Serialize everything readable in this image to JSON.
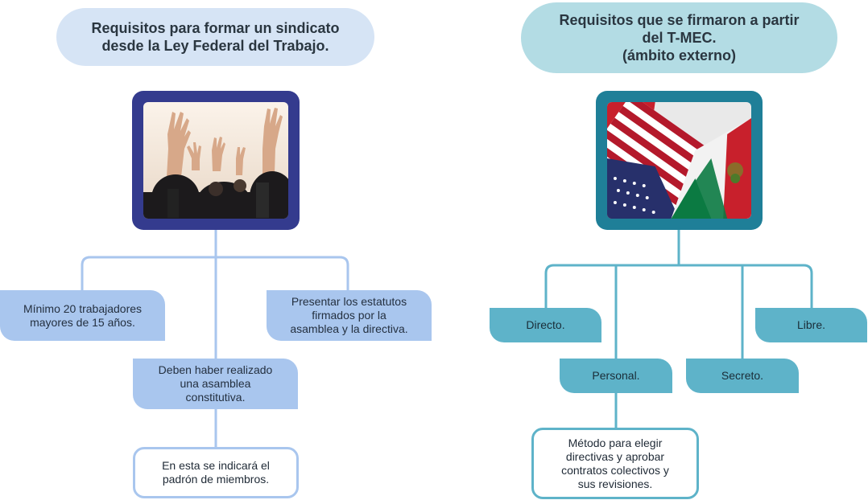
{
  "left": {
    "title": "Requisitos para formar un sindicato\ndesde la Ley Federal del Trabajo.",
    "image_icon": "raised-hands-crowd",
    "items": [
      "Mínimo 20 trabajadores\nmayores de 15 años.",
      "Deben haber realizado\nuna asamblea\nconstitutiva.",
      "Presentar los estatutos\nfirmados por la\nasamblea y la directiva."
    ],
    "note": "En esta se indicará el\npadrón de miembros.",
    "color_title_bg": "#d6e4f5",
    "color_frame": "#343b8e",
    "color_boxes": "#a9c6ee"
  },
  "right": {
    "title": "Requisitos que se firmaron a partir\ndel T-MEC.\n(ámbito externo)",
    "image_icon": "canada-usa-mexico-flags",
    "items": [
      "Directo.",
      "Personal.",
      "Secreto.",
      "Libre."
    ],
    "note": "Método para elegir\ndirectivas y aprobar\ncontratos colectivos y\nsus revisiones.",
    "color_title_bg": "#b3dce4",
    "color_frame": "#1f7f98",
    "color_boxes": "#5eb3c9"
  }
}
